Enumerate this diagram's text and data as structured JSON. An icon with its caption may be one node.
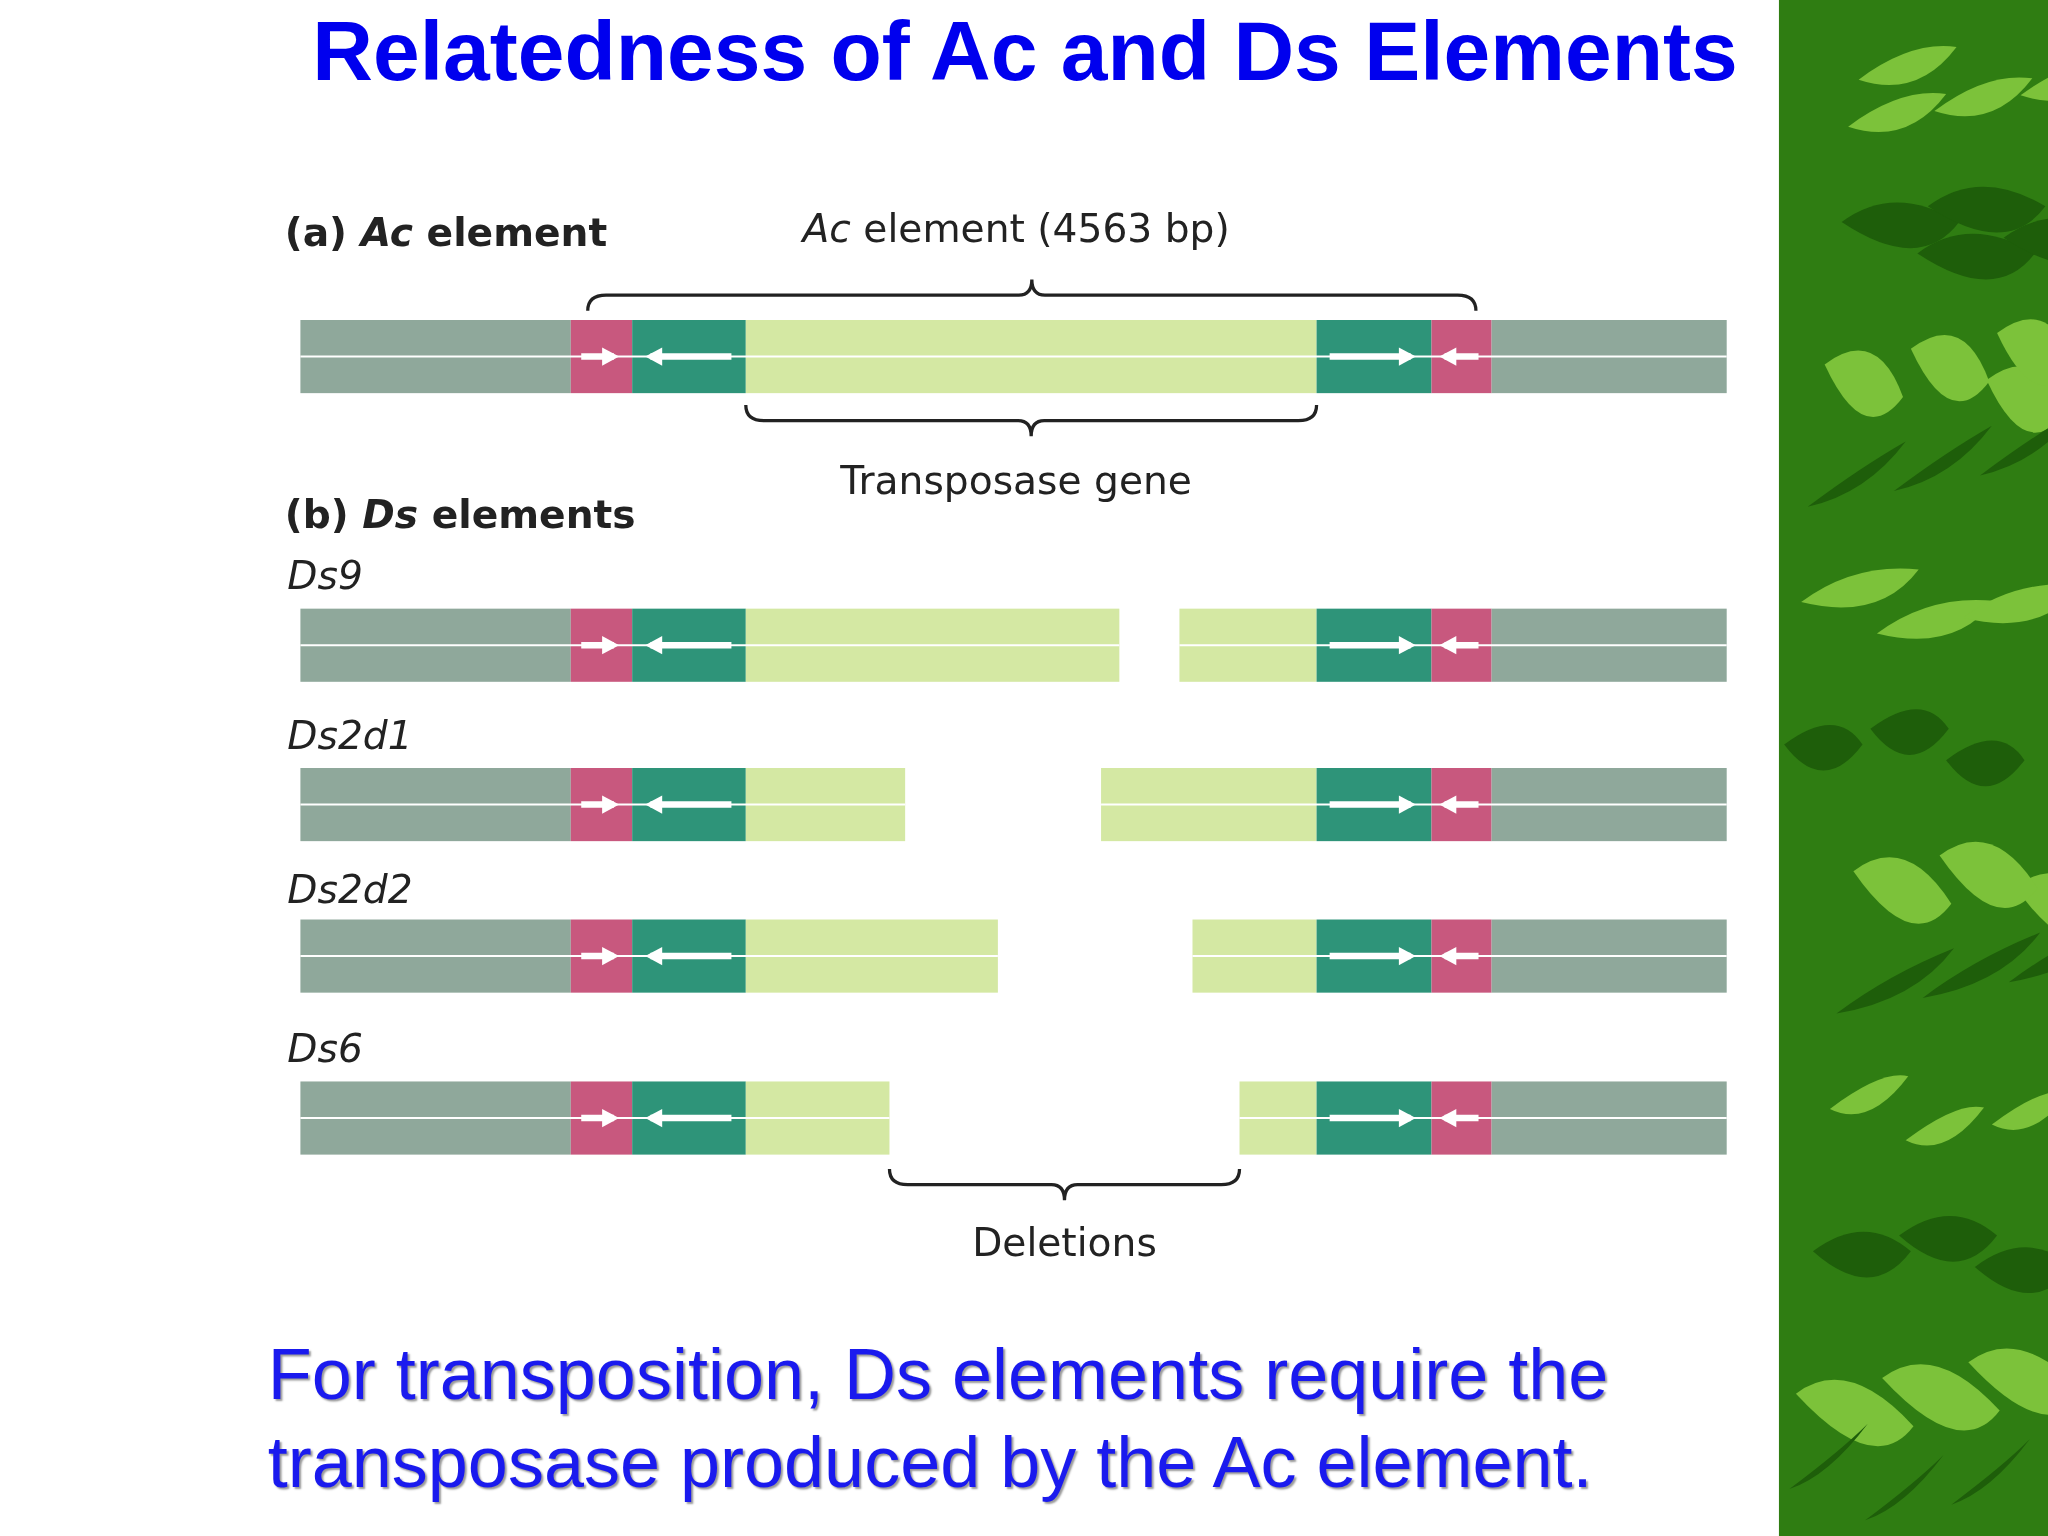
{
  "diagram": {
    "title": "Relatedness of Ac and Ds Elements",
    "labels": [
      "(a) *Ac* element",
      "*Ac* element (4563 bp)",
      "Transposase gene",
      "(b) *Ds* elements",
      "Ds9",
      "Ds2d1",
      "Ds2d2",
      "Ds6",
      "Deletions"
    ],
    "caption": "For transposition, Ds elements require the transposase produced by the Ac element."
  }
}
